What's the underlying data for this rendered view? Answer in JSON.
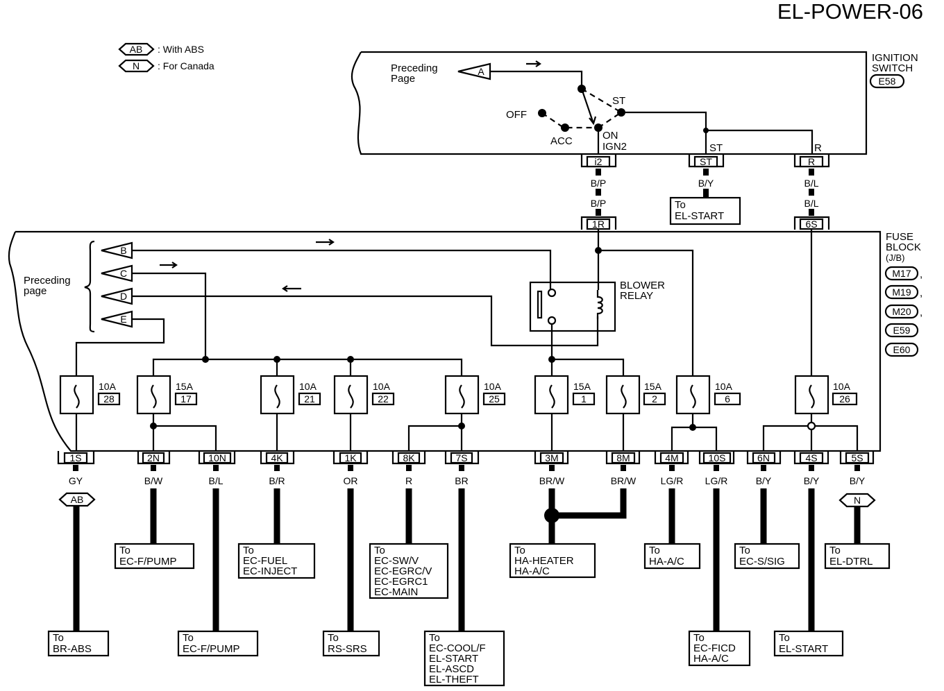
{
  "title": "EL-POWER-06",
  "legend": [
    {
      "tag": "AB",
      "text": ": With ABS"
    },
    {
      "tag": "N",
      "text": ": For Canada"
    }
  ],
  "ignition_switch": {
    "label_line1": "IGNITION",
    "label_line2": "SWITCH",
    "connector": "E58",
    "preceding_line1": "Preceding",
    "preceding_line2": "Page",
    "preceding_tag": "A",
    "positions": {
      "off": "OFF",
      "acc": "ACC",
      "on": "ON",
      "st": "ST",
      "ign2": "IGN2"
    },
    "terminals": [
      {
        "id": "i2",
        "term_label": "IGN2",
        "wire_top": "B/P",
        "wire_bottom": "B/P",
        "fuse_conn": "1R"
      },
      {
        "id": "ST",
        "term_label": "ST",
        "wire_top": "B/Y",
        "dest_line1": "To",
        "dest_line2": "EL-START"
      },
      {
        "id": "R",
        "term_label": "R",
        "wire_top": "B/L",
        "wire_bottom": "B/L",
        "fuse_conn": "6S"
      }
    ]
  },
  "fuse_block": {
    "label_line1": "FUSE",
    "label_line2": "BLOCK",
    "label_line3": "(J/B)",
    "connectors": [
      "M17",
      "M19",
      "M20",
      "E59",
      "E60"
    ],
    "separators": [
      ",",
      ",",
      ","
    ],
    "preceding_line1": "Preceding",
    "preceding_line2": "page",
    "preceding_tags": [
      "B",
      "C",
      "D",
      "E"
    ],
    "blower_relay_line1": "BLOWER",
    "blower_relay_line2": "RELAY",
    "fuses": [
      {
        "rating": "10A",
        "number": "28"
      },
      {
        "rating": "15A",
        "number": "17"
      },
      {
        "rating": "10A",
        "number": "21"
      },
      {
        "rating": "10A",
        "number": "22"
      },
      {
        "rating": "10A",
        "number": "25"
      },
      {
        "rating": "15A",
        "number": "1"
      },
      {
        "rating": "15A",
        "number": "2"
      },
      {
        "rating": "10A",
        "number": "6"
      },
      {
        "rating": "10A",
        "number": "26"
      }
    ]
  },
  "outputs": [
    {
      "conn": "1S",
      "wire": "GY",
      "option": "AB",
      "dest": [
        "To",
        "BR-ABS"
      ]
    },
    {
      "conn": "2N",
      "wire": "B/W",
      "dest": [
        "To",
        "EC-F/PUMP"
      ]
    },
    {
      "conn": "10N",
      "wire": "B/L",
      "dest": [
        "To",
        "EC-F/PUMP"
      ]
    },
    {
      "conn": "4K",
      "wire": "B/R",
      "dest": [
        "To",
        "EC-FUEL",
        "EC-INJECT"
      ]
    },
    {
      "conn": "1K",
      "wire": "OR",
      "dest": [
        "To",
        "RS-SRS"
      ]
    },
    {
      "conn": "8K",
      "wire": "R",
      "dest": [
        "To",
        "EC-SW/V",
        "EC-EGRC/V",
        "EC-EGRC1",
        "EC-MAIN"
      ]
    },
    {
      "conn": "7S",
      "wire": "BR",
      "dest": [
        "To",
        "EC-COOL/F",
        "EL-START",
        "EL-ASCD",
        "EL-THEFT"
      ]
    },
    {
      "conn": "3M",
      "wire": "BR/W",
      "dest": [
        "To",
        "HA-HEATER",
        "HA-A/C"
      ]
    },
    {
      "conn": "8M",
      "wire": "BR/W"
    },
    {
      "conn": "4M",
      "wire": "LG/R",
      "dest": [
        "To",
        "HA-A/C"
      ]
    },
    {
      "conn": "10S",
      "wire": "LG/R",
      "dest": [
        "To",
        "EC-FICD",
        "HA-A/C"
      ]
    },
    {
      "conn": "6N",
      "wire": "B/Y",
      "dest": [
        "To",
        "EC-S/SIG"
      ]
    },
    {
      "conn": "4S",
      "wire": "B/Y",
      "dest": [
        "To",
        "EL-START"
      ]
    },
    {
      "conn": "5S",
      "wire": "B/Y",
      "option": "N",
      "dest": [
        "To",
        "EL-DTRL"
      ]
    }
  ]
}
